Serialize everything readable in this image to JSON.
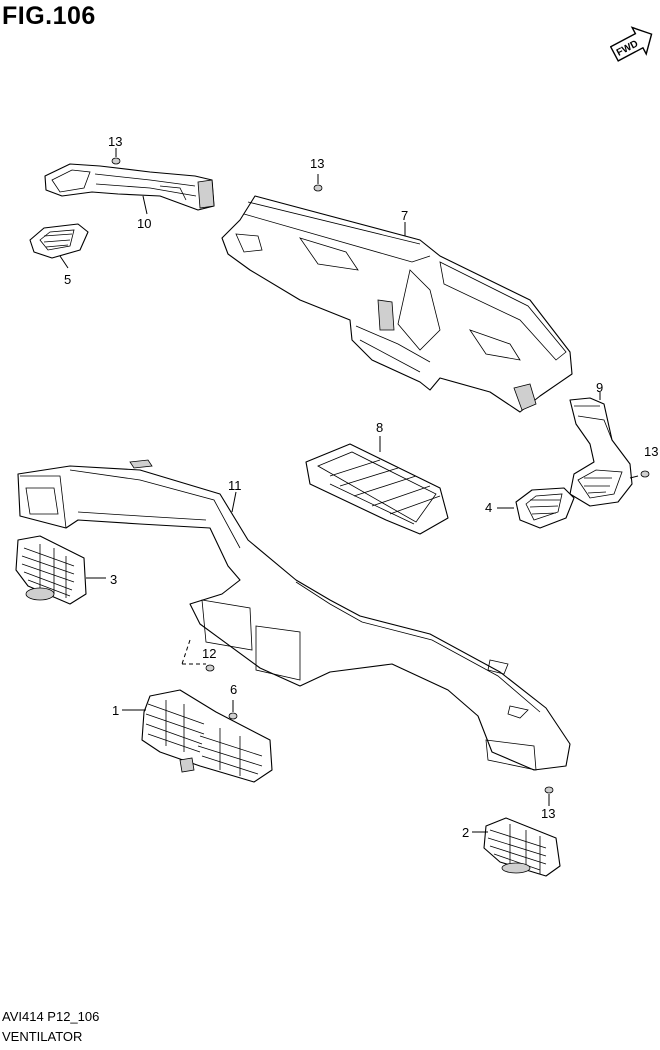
{
  "figure": {
    "title": "FIG.106",
    "direction_label": "FWD",
    "code": "AVI414 P12_106",
    "caption": "VENTILATOR"
  },
  "callouts": {
    "p1": "1",
    "p2": "2",
    "p3": "3",
    "p4": "4",
    "p5": "5",
    "p6": "6",
    "p7": "7",
    "p8": "8",
    "p9": "9",
    "p10": "10",
    "p11": "11",
    "p12": "12",
    "p13a": "13",
    "p13b": "13",
    "p13c": "13",
    "p13d": "13"
  },
  "icons": {
    "direction": "fwd-arrow-icon",
    "fastener": "screw-icon"
  }
}
